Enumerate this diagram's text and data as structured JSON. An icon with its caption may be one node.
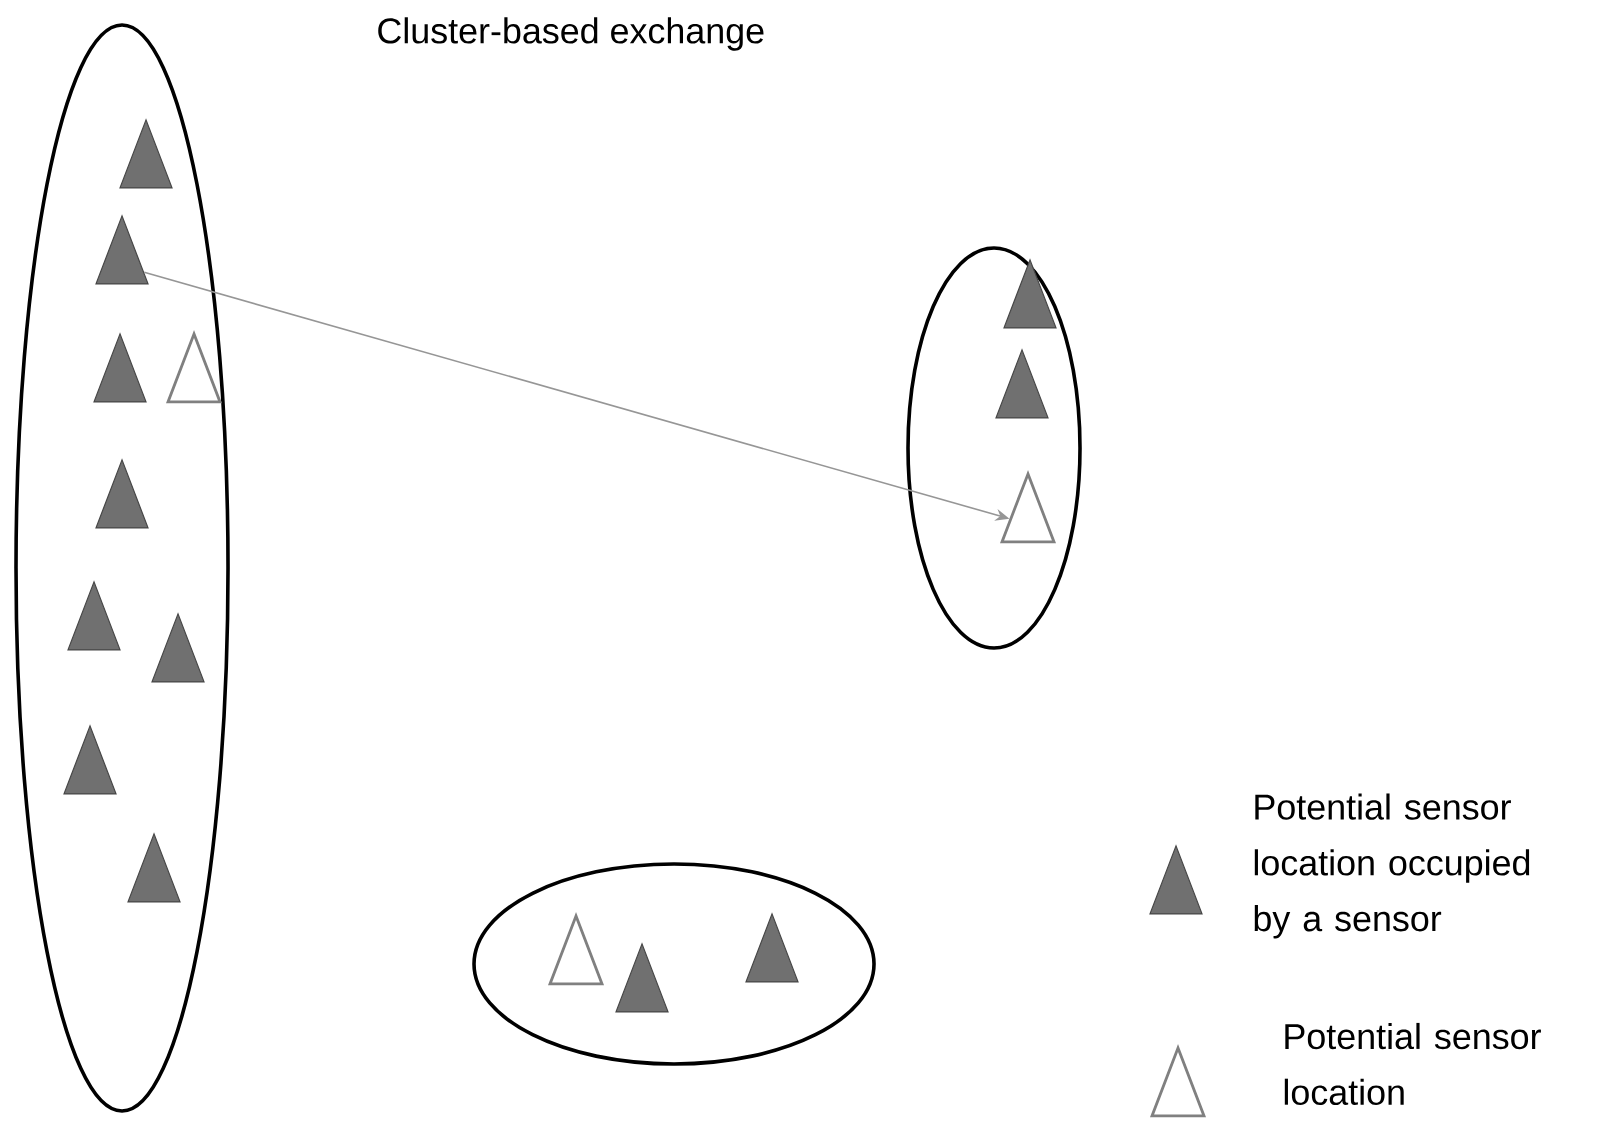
{
  "diagram": {
    "title": "Cluster-based exchange",
    "nodes": [
      {
        "text": [],
        "shape": "ellipse"
      },
      {
        "text": [],
        "shape": "triangle",
        "in": 0
      },
      {
        "text": [],
        "shape": "triangle",
        "in": 0
      },
      {
        "text": [],
        "shape": "triangle",
        "in": 0
      },
      {
        "text": [],
        "shape": "hollow-triangle",
        "in": 0
      },
      {
        "text": [],
        "shape": "triangle",
        "in": 0
      },
      {
        "text": [],
        "shape": "triangle",
        "in": 0
      },
      {
        "text": [],
        "shape": "triangle",
        "in": 0
      },
      {
        "text": [],
        "shape": "triangle",
        "in": 0
      },
      {
        "text": [],
        "shape": "triangle",
        "in": 0
      },
      {
        "text": [],
        "shape": "ellipse"
      },
      {
        "text": [],
        "shape": "triangle",
        "in": 10
      },
      {
        "text": [],
        "shape": "triangle",
        "in": 10
      },
      {
        "text": [],
        "shape": "hollow-triangle",
        "in": 10
      },
      {
        "text": [],
        "shape": "ellipse"
      },
      {
        "text": [],
        "shape": "hollow-triangle",
        "in": 14
      },
      {
        "text": [],
        "shape": "triangle",
        "in": 14
      },
      {
        "text": [],
        "shape": "triangle",
        "in": 14
      }
    ],
    "edges": [
      {
        "from": 2,
        "to": 13,
        "arrow": "to"
      }
    ],
    "legend": [
      {
        "text": "Potential sensor location occupied by a sensor"
      },
      {
        "text": "Potential sensor location"
      }
    ]
  }
}
